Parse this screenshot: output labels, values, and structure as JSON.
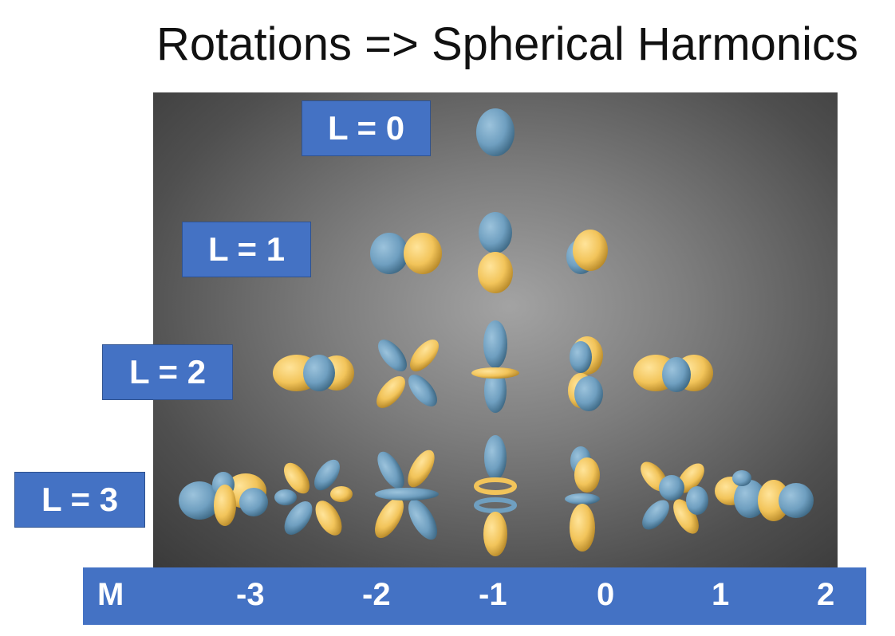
{
  "title": "Rotations =>  Spherical Harmonics",
  "labels": {
    "l0": "L = 0",
    "l1": "L = 1",
    "l2": "L = 2",
    "l3": "L = 3"
  },
  "m_axis": {
    "label": "M",
    "values": [
      "-3",
      "-2",
      "-1",
      "0",
      "1",
      "2"
    ]
  },
  "colors": {
    "lobe_positive": "#f2c45a",
    "lobe_negative": "#6f9fc0",
    "label_fill": "#4472c4"
  }
}
